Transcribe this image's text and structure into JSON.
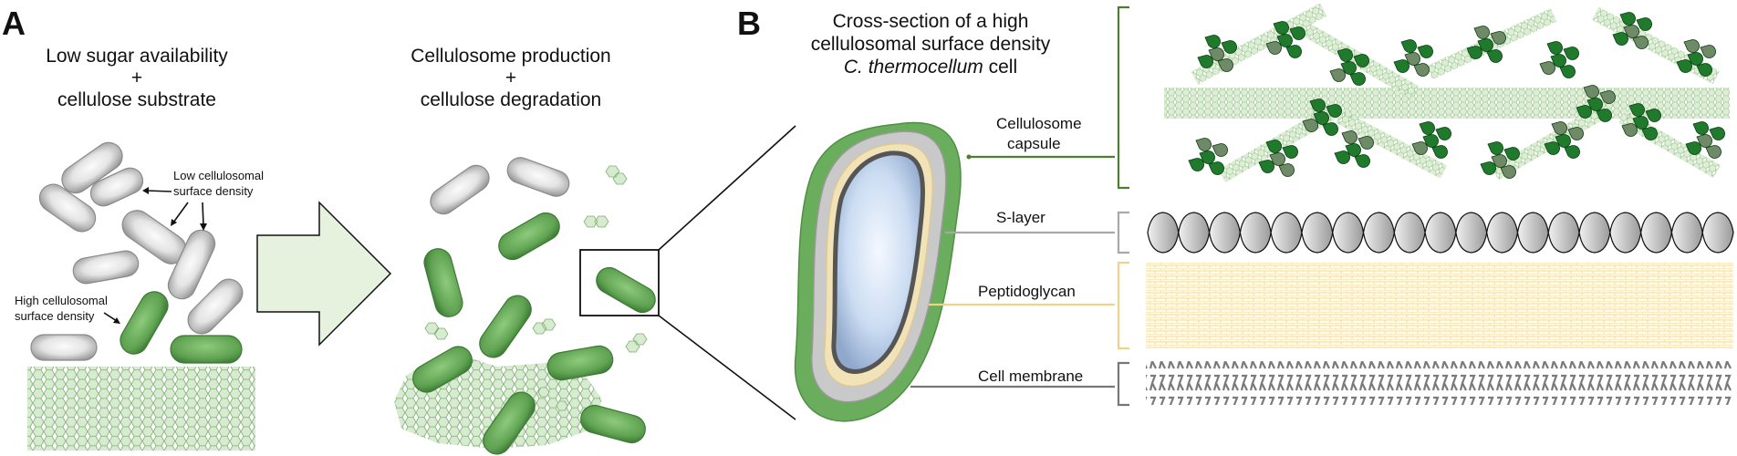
{
  "panel_a": {
    "letter": "A",
    "cond_left": [
      "Low sugar availability",
      "+",
      "cellulose substrate"
    ],
    "cond_right": [
      "Cellulosome production",
      "+",
      "cellulose degradation"
    ],
    "low_density_label": [
      "Low cellulosomal",
      "surface density"
    ],
    "high_density_label": [
      "High cellulosomal",
      "surface density"
    ]
  },
  "panel_b": {
    "letter": "B",
    "title": [
      "Cross-section of a high",
      "cellulosomal surface density"
    ],
    "title_italic": "C. thermocellum",
    "title_suffix": " cell",
    "layers": {
      "capsule": [
        "Cellulosome",
        "capsule"
      ],
      "s_layer": "S-layer",
      "peptidoglycan": "Peptidoglycan",
      "membrane": "Cell membrane"
    }
  },
  "colors": {
    "cell_green": "#5fa352",
    "cell_grey": "#b8b8b8",
    "hexagon_fill": "#d6ebcf",
    "hexagon_stroke": "#7fae72",
    "arrow_fill": "#e6f2de",
    "capsule_line": "#4f7d2e",
    "s_layer_line": "#a8a8a8",
    "peptidoglycan_line": "#efd38a",
    "membrane_line": "#777777",
    "enzyme_dark": "#1f7a2c",
    "enzyme_grey": "#6e8a66"
  }
}
